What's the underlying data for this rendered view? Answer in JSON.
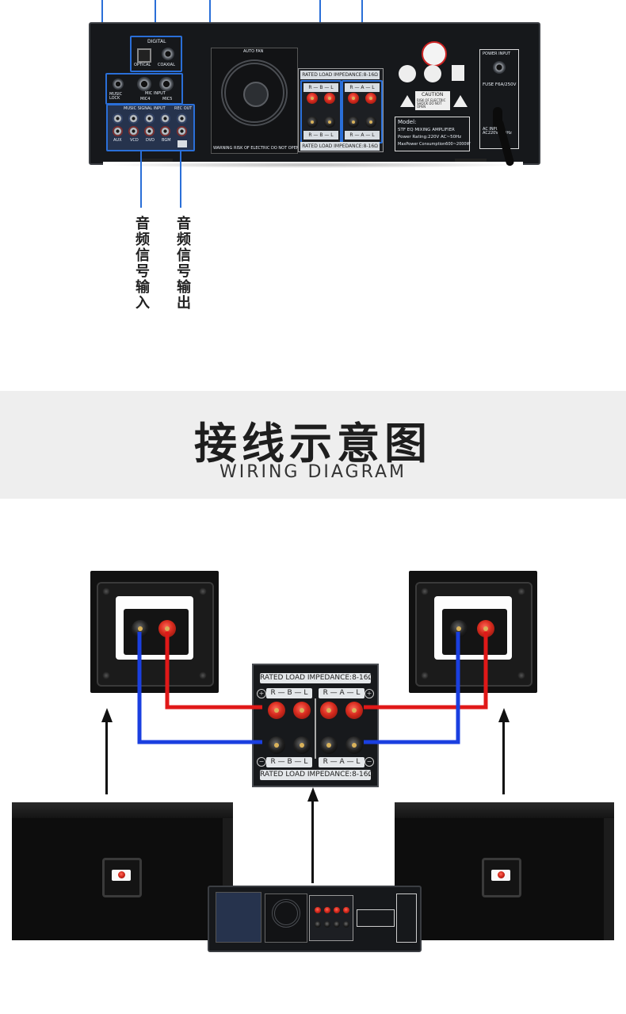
{
  "amp_panel": {
    "digital": "DIGITAL",
    "optical": "OPTICAL",
    "coaxial": "COAXIAL",
    "music_lock": "MUSIC LOCK",
    "mic_input": "MIC INPUT",
    "mic4": "MIC4",
    "mic5": "MIC5",
    "music_signal_input": "MUSIC SIGNAL INPUT",
    "rec_out": "REC OUT",
    "aux": "AUX",
    "vcd": "VCD",
    "dvd": "DVD",
    "bgm": "BGM",
    "auto_fan": "AUTO FAN",
    "warning": "WARNING RISK OF ELECTRIC DO NOT OPEN",
    "rated_load": "RATED LOAD IMPEDANCE:8-16Ω",
    "channel_b": "R — B — L",
    "channel_a": "R — A — L",
    "caution": "CAUTION",
    "caution_text": "RISK OF ELECTRIC SHOCK DO NOT OPEN",
    "model": "Model:",
    "product": "STF EQ MIXING AMPLIFIER",
    "power_rating": "Power Rating:220V AC~50Hz",
    "max_power": "MaxPower Consumption600~2000W",
    "power_input": "POWER INPUT",
    "fuse": "FUSE F6A/250V",
    "ac_input": "AC INPUT AC220V~50Hz"
  },
  "callouts": {
    "audio_input": "音频信号输入",
    "audio_output": "音频信号输出"
  },
  "banner": {
    "title_cn": "接线示意图",
    "title_en": "WIRING DIAGRAM"
  },
  "zoom_panel": {
    "rated_load_top": "RATED LOAD IMPEDANCE:8-16Ω",
    "rated_load_bottom": "RATED LOAD IMPEDANCE:8-16Ω",
    "channel_b": "R — B — L",
    "channel_a": "R — A — L"
  },
  "colors": {
    "wire_positive": "#e01818",
    "wire_negative": "#1a3fe0",
    "callout_line": "#2a6fd8"
  }
}
